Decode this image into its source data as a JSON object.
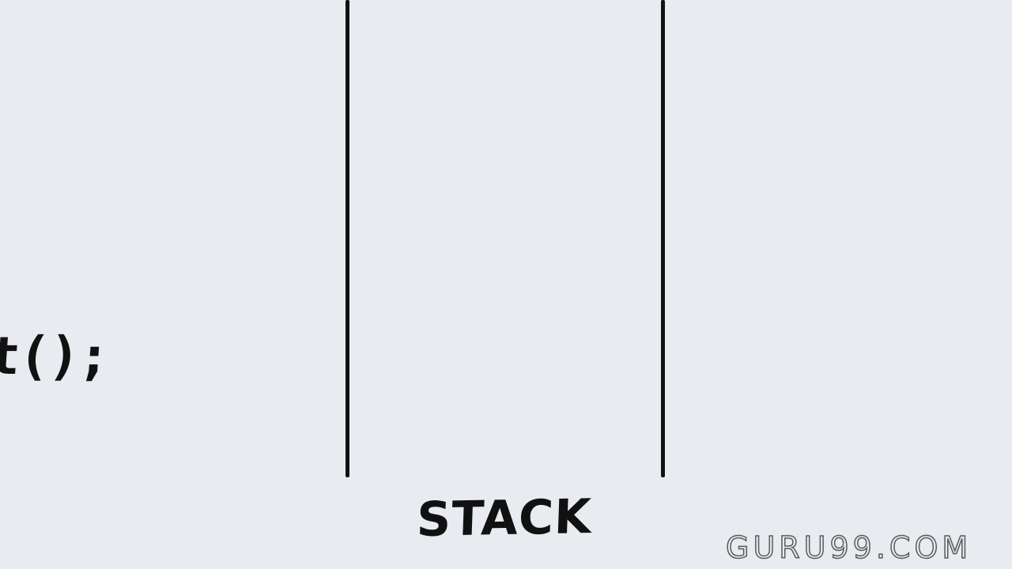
{
  "diagram": {
    "code_fragment": "t();",
    "stack_label": "STACK",
    "watermark": "GURU99.COM"
  },
  "colors": {
    "background": "#e8ebef",
    "ink": "#111111",
    "watermark_outline": "#5a5a5a"
  }
}
